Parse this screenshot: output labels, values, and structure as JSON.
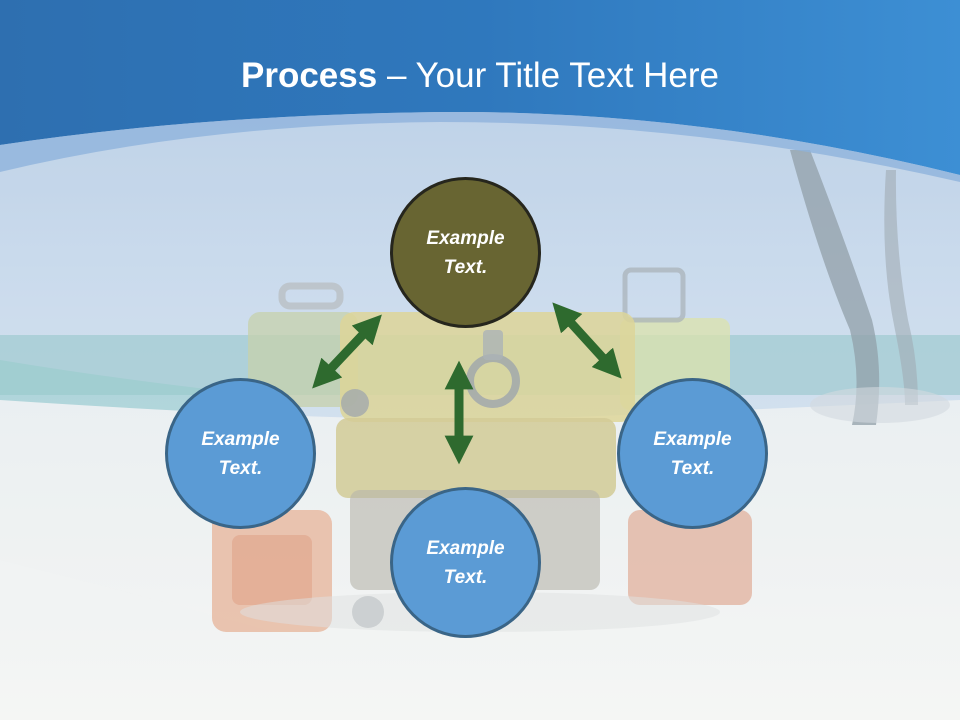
{
  "slide": {
    "title_bold": "Process",
    "title_rest": " – Your Title Text Here"
  },
  "diagram": {
    "center": {
      "label": "Example\nText."
    },
    "left": {
      "label": "Example\nText."
    },
    "right": {
      "label": "Example\nText."
    },
    "bottom": {
      "label": "Example\nText."
    }
  },
  "colors": {
    "header_blue": "#3b82c4",
    "center_node": "#686532",
    "outer_node": "#5b9bd5",
    "arrow_green": "#2e6a2e"
  }
}
